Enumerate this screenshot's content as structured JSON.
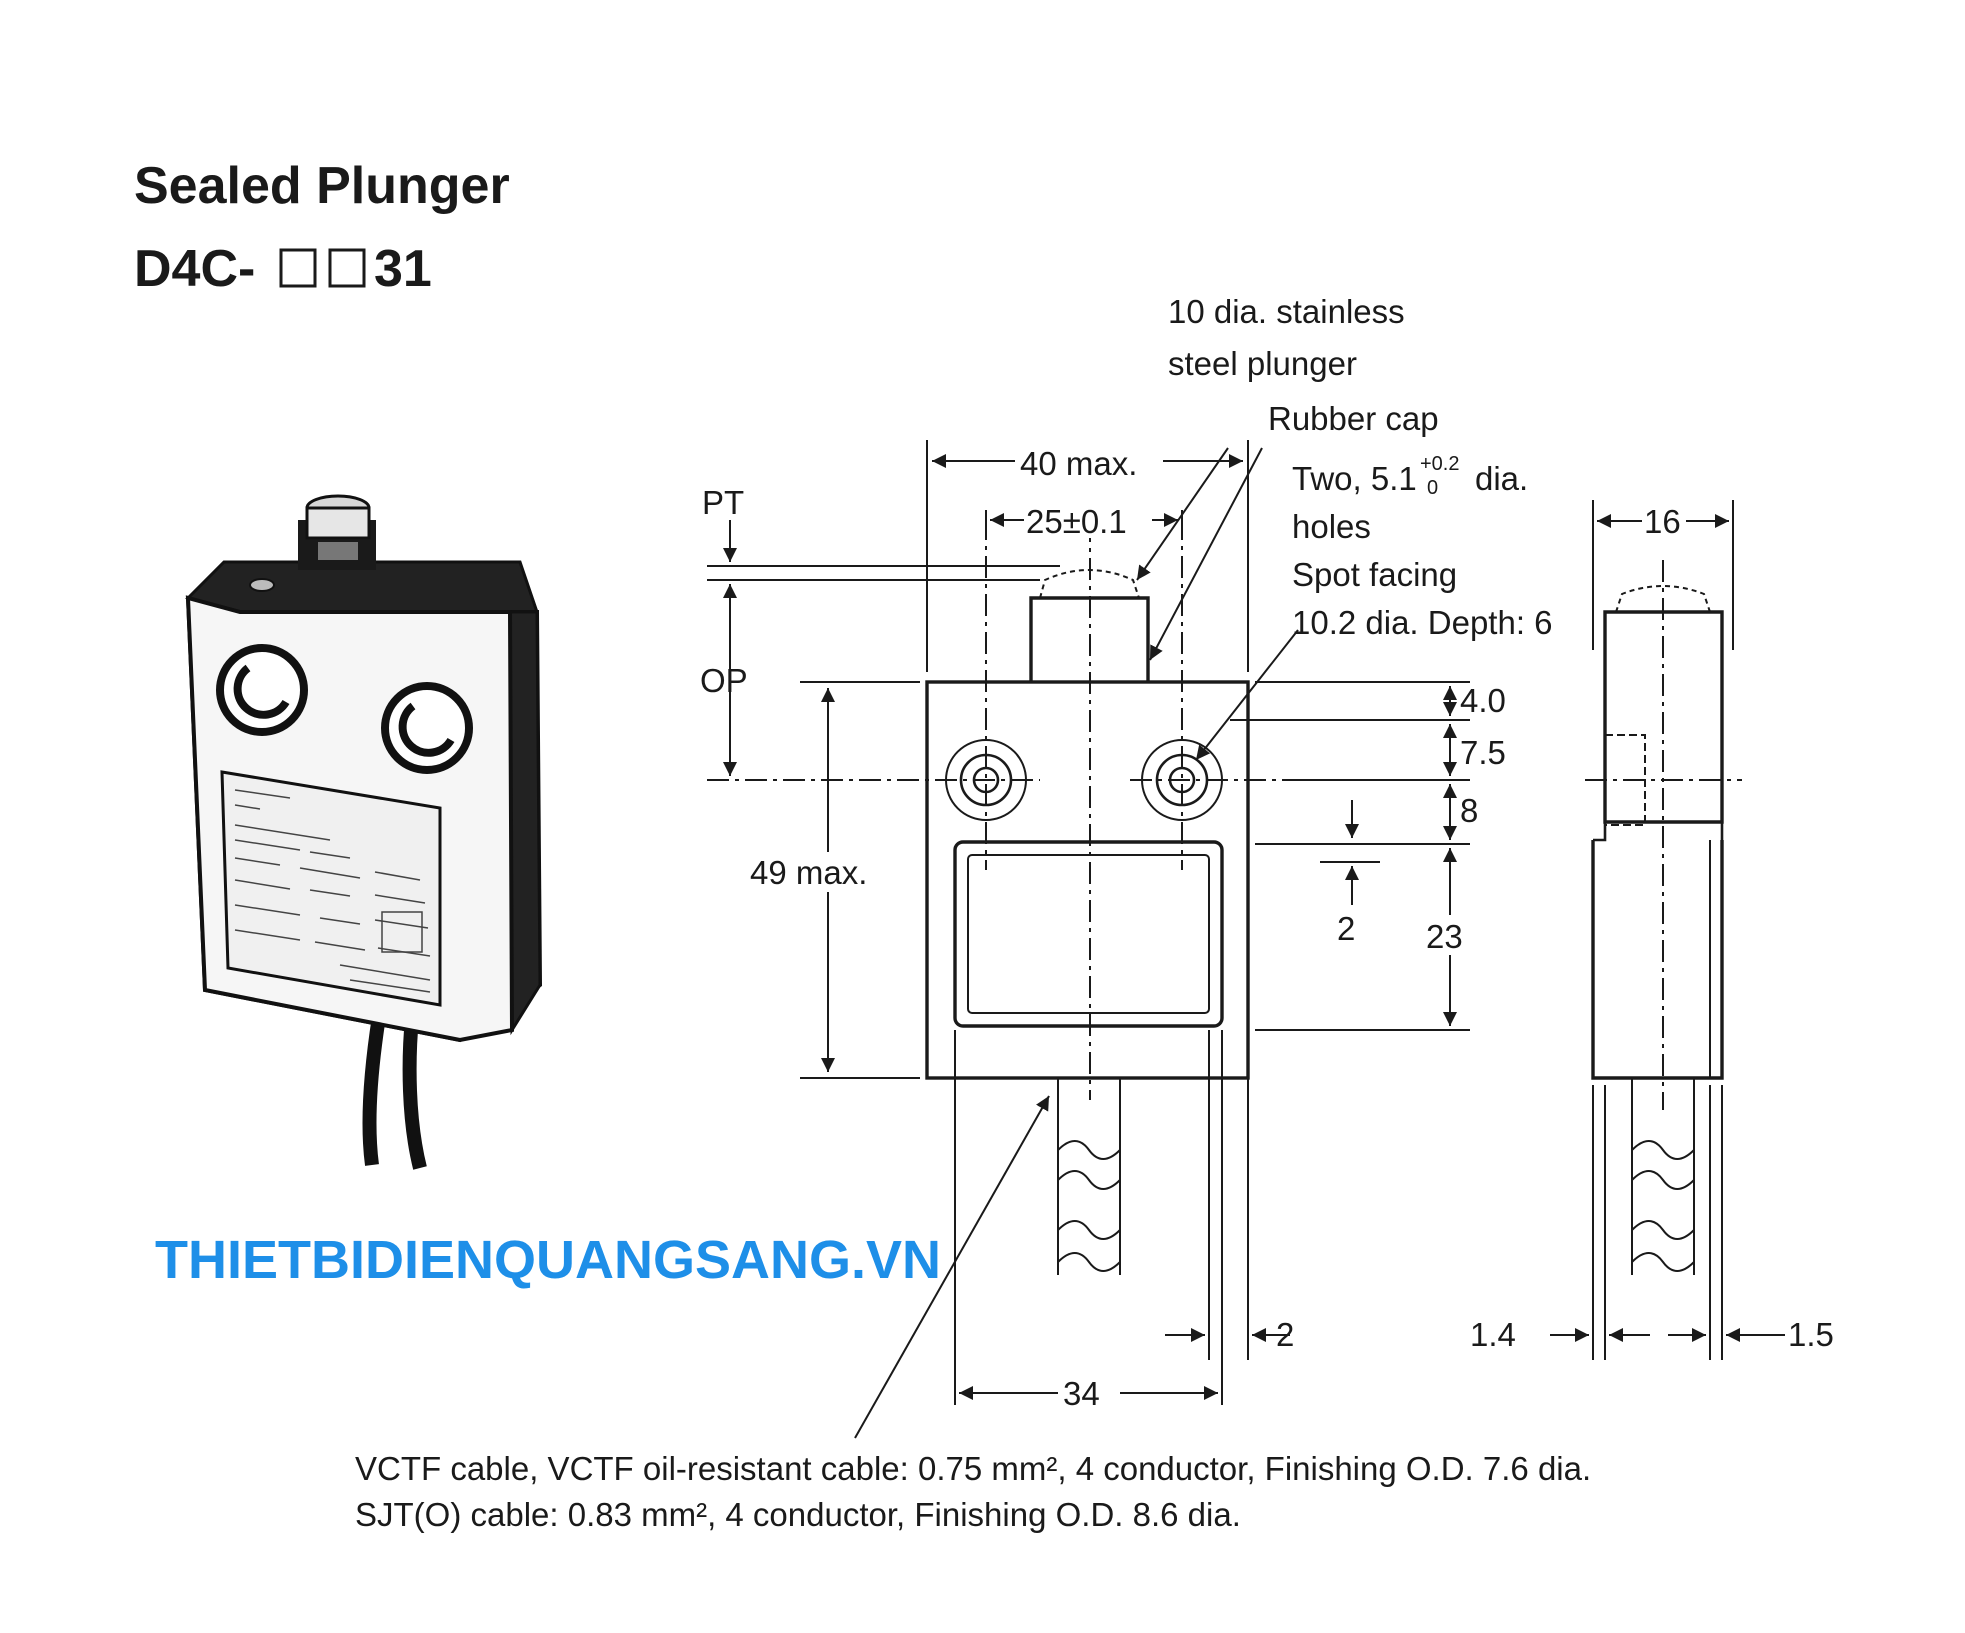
{
  "header": {
    "title": "Sealed Plunger",
    "model_prefix": "D4C-",
    "model_suffix": "31"
  },
  "callouts": {
    "plunger_line1": "10 dia. stainless",
    "plunger_line2": "steel plunger",
    "rubber_cap": "Rubber cap",
    "holes_line1a": "Two, 5.1",
    "holes_tol_upper": "+0.2",
    "holes_tol_lower": "0",
    "holes_line1b": "dia.",
    "holes_line2": "holes",
    "spot_line1": "Spot facing",
    "spot_line2": "10.2 dia. Depth: 6"
  },
  "dimensions": {
    "width_max": "40 max.",
    "hole_pitch": "25±0.1",
    "side_width": "16",
    "pt": "PT",
    "op": "OP",
    "height_max": "49 max.",
    "d_4": "4.0",
    "d_7_5": "7.5",
    "d_8": "8",
    "d_2_window": "2",
    "d_23": "23",
    "d_2_side": "2",
    "d_34": "34",
    "d_1_4": "1.4",
    "d_1_5": "1.5"
  },
  "caption": {
    "line1": "VCTF cable, VCTF oil-resistant cable: 0.75 mm², 4 conductor, Finishing O.D. 7.6 dia.",
    "line2": "SJT(O) cable: 0.83 mm², 4 conductor, Finishing O.D. 8.6 dia."
  },
  "watermark": {
    "text": "THIETBIDIENQUANGSANG.VN",
    "color": "#1e8fe8"
  }
}
